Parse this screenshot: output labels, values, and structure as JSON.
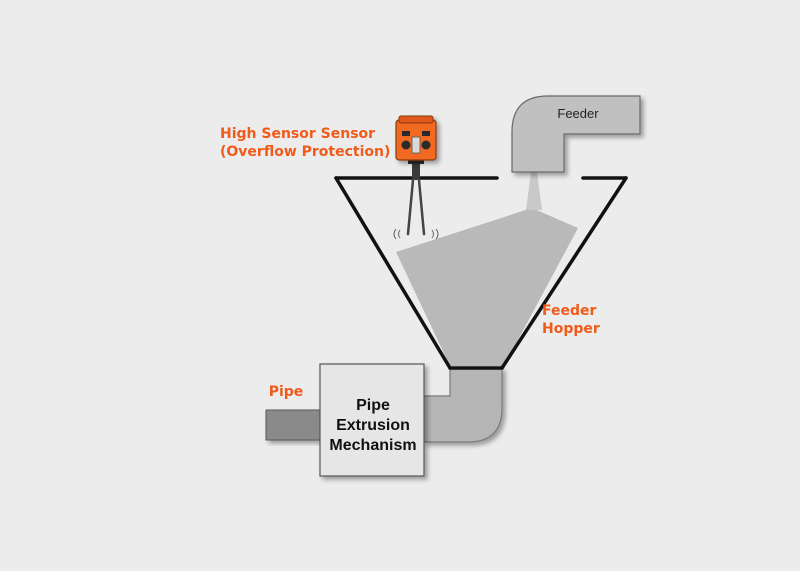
{
  "labels": {
    "sensor_line1": "High Sensor Sensor",
    "sensor_line2": "(Overflow Protection)",
    "feeder": "Feeder",
    "hopper_line1": "Feeder",
    "hopper_line2": "Hopper",
    "pipe": "Pipe",
    "extruder_line1": "Pipe",
    "extruder_line2": "Extrusion",
    "extruder_line3": "Mechanism"
  },
  "colors": {
    "background": "#ececec",
    "label_orange": "#f05a1a",
    "sensor_orange": "#f26a21",
    "material_gray": "#b9b9b9",
    "hopper_outline": "#111111",
    "box_fill": "#e6e6e6",
    "pipe_dark": "#8a8a8a"
  }
}
